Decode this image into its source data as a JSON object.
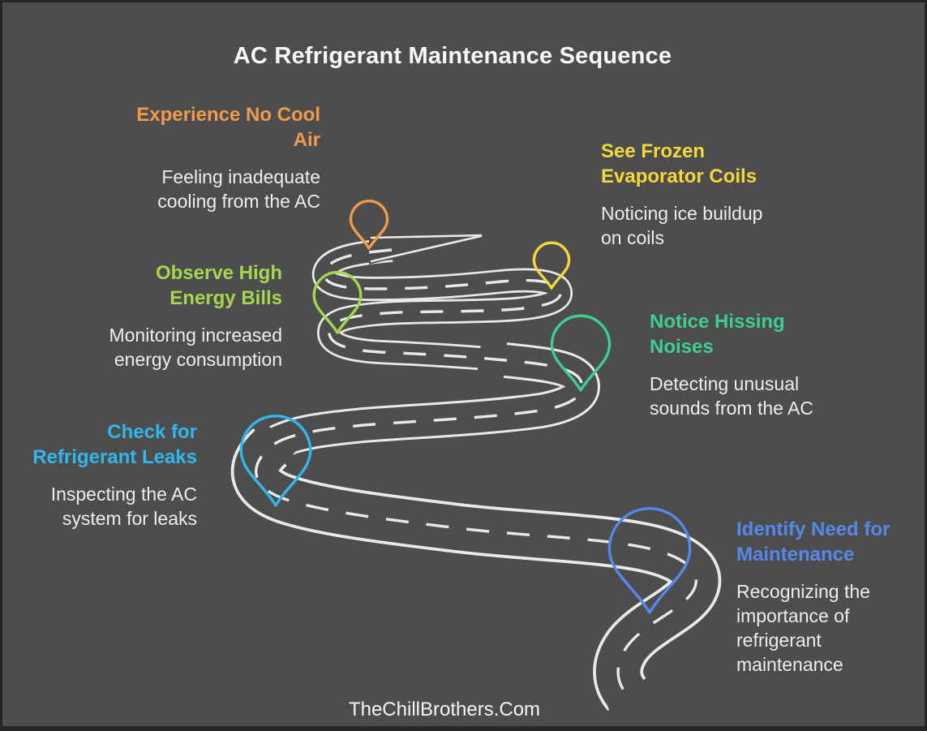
{
  "title": "AC Refrigerant Maintenance Sequence",
  "footer": "TheChillBrothers.Com",
  "background_color": "#4D4D4D",
  "border_color": "#262626",
  "road_color": "#E9E9E9",
  "title_color": "#FAFAFA",
  "body_text_color": "#EDEDED",
  "steps": [
    {
      "title": "Experience No Cool\nAir",
      "description": "Feeling inadequate\ncooling from the AC",
      "color": "#EF9A4C",
      "pin": "orange-pin"
    },
    {
      "title": "See Frozen\nEvaporator Coils",
      "description": "Noticing ice buildup\non coils",
      "color": "#F2D838",
      "pin": "yellow-pin"
    },
    {
      "title": "Observe High\nEnergy Bills",
      "description": "Monitoring increased\nenergy consumption",
      "color": "#A4D64F",
      "pin": "lime-pin"
    },
    {
      "title": "Notice Hissing\nNoises",
      "description": "Detecting unusual\nsounds from the AC",
      "color": "#3FCE91",
      "pin": "mint-pin"
    },
    {
      "title": "Check for\nRefrigerant Leaks",
      "description": "Inspecting the AC\nsystem for leaks",
      "color": "#33B6EC",
      "pin": "cyan-pin"
    },
    {
      "title": "Identify Need for\nMaintenance",
      "description": "Recognizing the\nimportance of\nrefrigerant\nmaintenance",
      "color": "#5588EA",
      "pin": "blue-pin"
    }
  ]
}
